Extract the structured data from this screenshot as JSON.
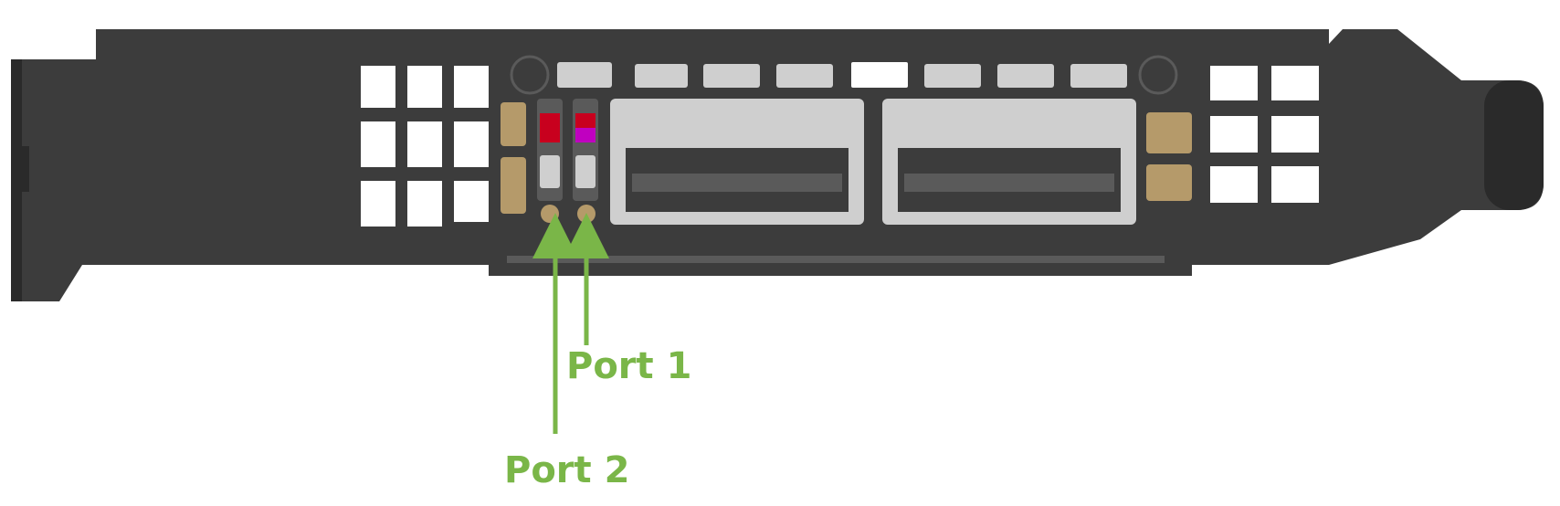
{
  "labels": {
    "port1": "Port 1",
    "port2": "Port 2"
  },
  "colors": {
    "bracket": "#3c3c3c",
    "bracket_edge": "#2a2a2a",
    "cage": "#cfcfcf",
    "cage_dark": "#5a5a5a",
    "gold": "#b59a6a",
    "led_red": "#c8001e",
    "led_magenta": "#c000c0",
    "arrow": "#7ab648",
    "background": "#ffffff"
  },
  "components": {
    "ports": [
      "port-1-led",
      "port-2-led"
    ],
    "cages": [
      "qsfp-cage-1",
      "qsfp-cage-2"
    ]
  }
}
